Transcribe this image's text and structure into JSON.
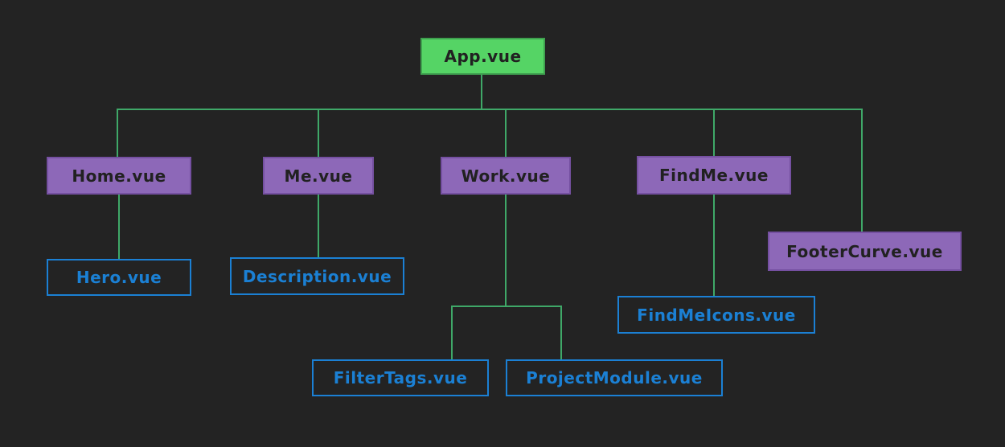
{
  "nodes": {
    "app": {
      "label": "App.vue",
      "level": "root"
    },
    "home": {
      "label": "Home.vue",
      "level": "branch"
    },
    "me": {
      "label": "Me.vue",
      "level": "branch"
    },
    "work": {
      "label": "Work.vue",
      "level": "branch"
    },
    "findme": {
      "label": "FindMe.vue",
      "level": "branch"
    },
    "footercurve": {
      "label": "FooterCurve.vue",
      "level": "branch"
    },
    "hero": {
      "label": "Hero.vue",
      "level": "leaf"
    },
    "description": {
      "label": "Description.vue",
      "level": "leaf"
    },
    "filtertags": {
      "label": "FilterTags.vue",
      "level": "leaf"
    },
    "projectmodule": {
      "label": "ProjectModule.vue",
      "level": "leaf"
    },
    "findmeicons": {
      "label": "FindMeIcons.vue",
      "level": "leaf"
    }
  },
  "hierarchy": [
    {
      "parent": "App.vue",
      "child": "Home.vue"
    },
    {
      "parent": "App.vue",
      "child": "Me.vue"
    },
    {
      "parent": "App.vue",
      "child": "Work.vue"
    },
    {
      "parent": "App.vue",
      "child": "FindMe.vue"
    },
    {
      "parent": "App.vue",
      "child": "FooterCurve.vue"
    },
    {
      "parent": "Home.vue",
      "child": "Hero.vue"
    },
    {
      "parent": "Me.vue",
      "child": "Description.vue"
    },
    {
      "parent": "Work.vue",
      "child": "FilterTags.vue"
    },
    {
      "parent": "Work.vue",
      "child": "ProjectModule.vue"
    },
    {
      "parent": "FindMe.vue",
      "child": "FindMeIcons.vue"
    }
  ],
  "colors": {
    "background": "#232323",
    "root_fill": "#55d465",
    "root_border": "#3fa14f",
    "branch_fill": "#8d68b8",
    "branch_border": "#7550a1",
    "leaf_border": "#1b80d4",
    "leaf_text": "#1b80d4",
    "connector": "#3fa868",
    "dark_text": "#212121"
  }
}
